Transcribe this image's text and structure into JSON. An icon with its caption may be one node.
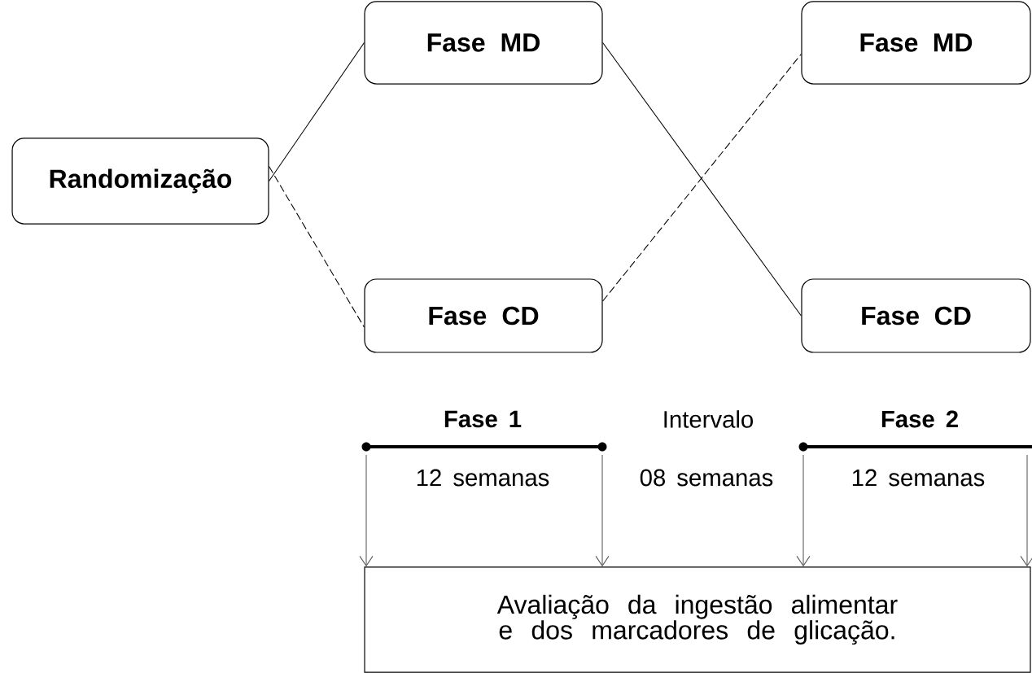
{
  "diagram": {
    "nodes": [
      {
        "text": [
          "Randomização"
        ]
      },
      {
        "text": [
          "Fase MD"
        ]
      },
      {
        "text": [
          "Fase CD"
        ]
      },
      {
        "text": [
          "Fase MD"
        ]
      },
      {
        "text": [
          "Fase CD"
        ]
      },
      {
        "text": [
          "Avaliação da ingestão alimentar e dos marcadores de glicação."
        ]
      }
    ],
    "edges": [
      {
        "from": 0,
        "to": 1,
        "arrow": "none"
      },
      {
        "from": 0,
        "to": 2,
        "arrow": "none",
        "style": "dashed"
      },
      {
        "from": 1,
        "to": 4,
        "arrow": "none"
      },
      {
        "from": 2,
        "to": 3,
        "arrow": "none",
        "style": "dashed"
      },
      {
        "from": null,
        "to": 5,
        "arrow": "to"
      },
      {
        "from": null,
        "to": 5,
        "arrow": "to"
      },
      {
        "from": null,
        "to": 5,
        "arrow": "to"
      },
      {
        "from": null,
        "to": 5,
        "arrow": "to"
      }
    ],
    "labels": [
      "Fase 1",
      "Intervalo",
      "Fase 2",
      "12 semanas",
      "08 semanas",
      "12 semanas"
    ]
  }
}
